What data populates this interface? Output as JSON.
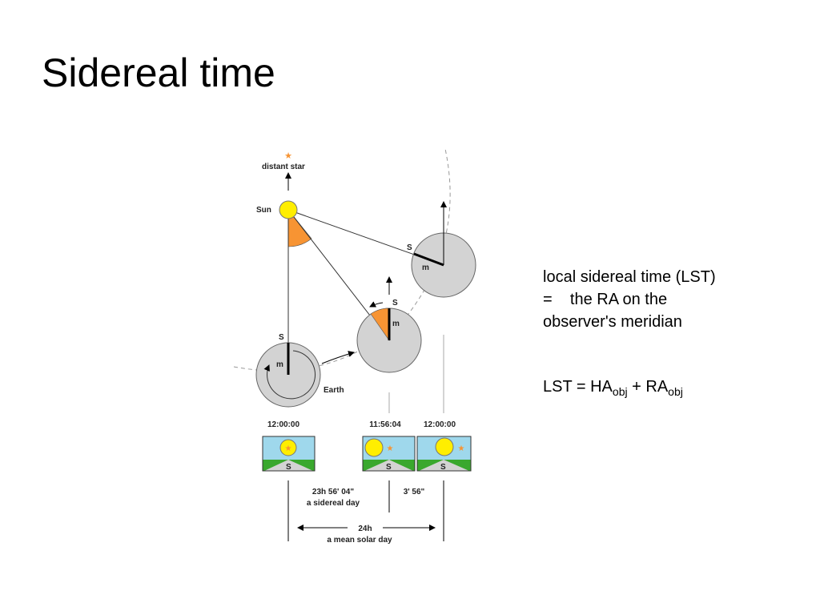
{
  "slide": {
    "title": "Sidereal time"
  },
  "diagram": {
    "distant_star_label": "distant star",
    "sun_label": "Sun",
    "earth_label": "Earth",
    "meridian_label": "S",
    "midnight_label": "m",
    "panel_letter": "S",
    "times": [
      "12:00:00",
      "11:56:04",
      "12:00:00"
    ],
    "sidereal_day_value": "23h 56' 04\"",
    "sidereal_day_label": "a sidereal day",
    "difference_value": "3' 56\"",
    "solar_day_value": "24h",
    "solar_day_label": "a mean solar day"
  },
  "notes": {
    "definition_lines": [
      "local sidereal time (LST)",
      "=    the RA on the",
      "observer's meridian"
    ],
    "formula": {
      "lhs": "LST = HA",
      "sub1": "obj",
      "mid": " + RA",
      "sub2": "obj"
    }
  },
  "colors": {
    "sun": "#ffee00",
    "wedge": "#f79433",
    "earth": "#d3d3d3",
    "sky": "#9fd8ec",
    "ground": "#3aa82e",
    "orbit": "#999999"
  }
}
